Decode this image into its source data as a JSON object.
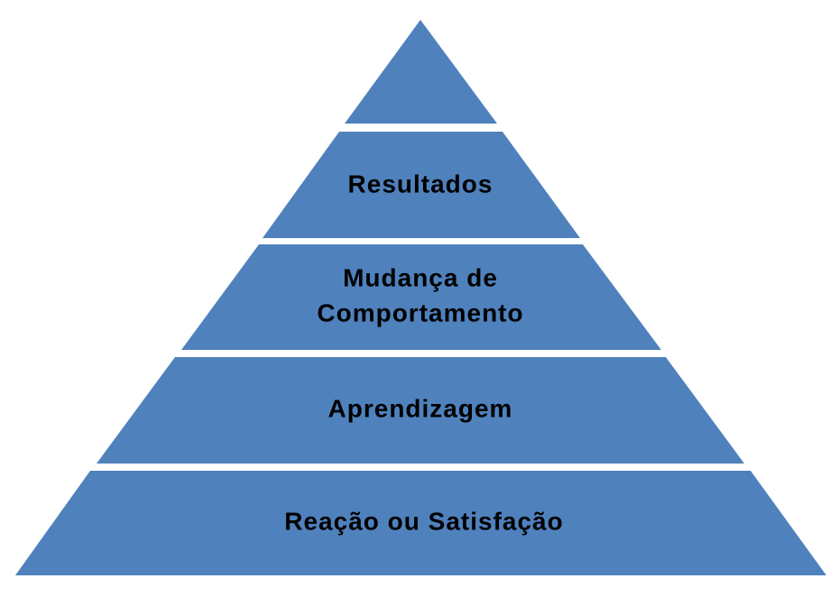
{
  "diagram": {
    "type": "pyramid",
    "colors": {
      "fill": "#4f81bd",
      "text": "#000000",
      "background": "#ffffff"
    },
    "tiers": [
      {
        "lines": []
      },
      {
        "lines": [
          "Resultados"
        ]
      },
      {
        "lines": [
          "Mudança de",
          "Comportamento"
        ]
      },
      {
        "lines": [
          "Aprendizagem"
        ]
      },
      {
        "lines": [
          "Reação ou Satisfação"
        ]
      }
    ]
  }
}
